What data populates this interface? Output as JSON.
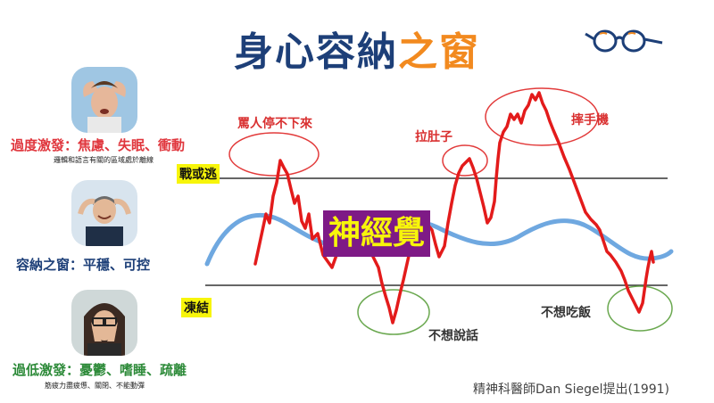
{
  "title": {
    "main": "身心容納",
    "accent": "之窗"
  },
  "zones": {
    "hyper": {
      "label": "過度激發：焦慮、失眠、衝動",
      "sub": "邏輯和語言有關的區域處於離線",
      "threshold_label": "戰或逃"
    },
    "window": {
      "label": "容納之窗：平穩、可控"
    },
    "hypo": {
      "label": "過低激發：憂鬱、嗜睡、疏離",
      "sub": "筋疲力盡疲憊、關閉、不能動彈",
      "threshold_label": "凍結"
    }
  },
  "annotations": {
    "scold": "罵人停不下來",
    "stomach": "拉肚子",
    "phone": "摔手機",
    "no_talk": "不想說話",
    "no_eat": "不想吃飯"
  },
  "center_label": "神經覺",
  "credit": "精神科醫師Dan Siegel提出(1991)",
  "colors": {
    "title_main": "#1d3f78",
    "title_accent": "#f28a1f",
    "hyper": "#e0363d",
    "window": "#1d3f78",
    "hypo": "#2e8b3a",
    "arousal_line": "#e31b1b",
    "regulated_wave": "#6fa8e0",
    "red_ellipse": "#e23b3b",
    "green_ellipse": "#6aa84f",
    "neuro_bg": "#7e1a86",
    "neuro_text": "#f7f50a"
  },
  "icons": [
    "glasses-icon"
  ]
}
